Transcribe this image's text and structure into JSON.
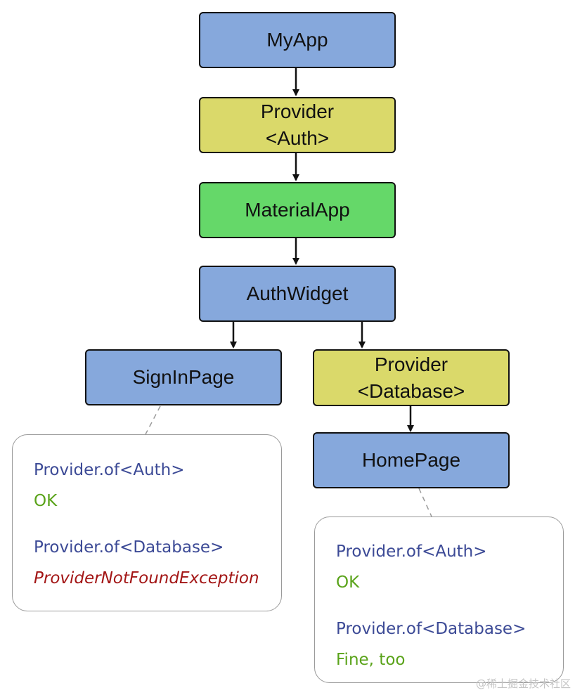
{
  "nodes": {
    "myapp": "MyApp",
    "provider_auth": [
      "Provider",
      "<Auth>"
    ],
    "material_app": "MaterialApp",
    "auth_widget": "AuthWidget",
    "signin_page": "SignInPage",
    "provider_database": [
      "Provider",
      "<Database>"
    ],
    "home_page": "HomePage"
  },
  "callouts": {
    "signin": {
      "auth_call": "Provider.of<Auth>",
      "auth_result": "OK",
      "database_call": "Provider.of<Database>",
      "database_result": "ProviderNotFoundException"
    },
    "home": {
      "auth_call": "Provider.of<Auth>",
      "auth_result": "OK",
      "database_call": "Provider.of<Database>",
      "database_result": "Fine, too"
    }
  },
  "watermark": "@稀土掘金技术社区",
  "colors": {
    "widget": "#86a8dc",
    "provider": "#dad96a",
    "material_app": "#65d869",
    "ok": "#5aa31a",
    "error": "#a31616",
    "call": "#3c4a96"
  }
}
